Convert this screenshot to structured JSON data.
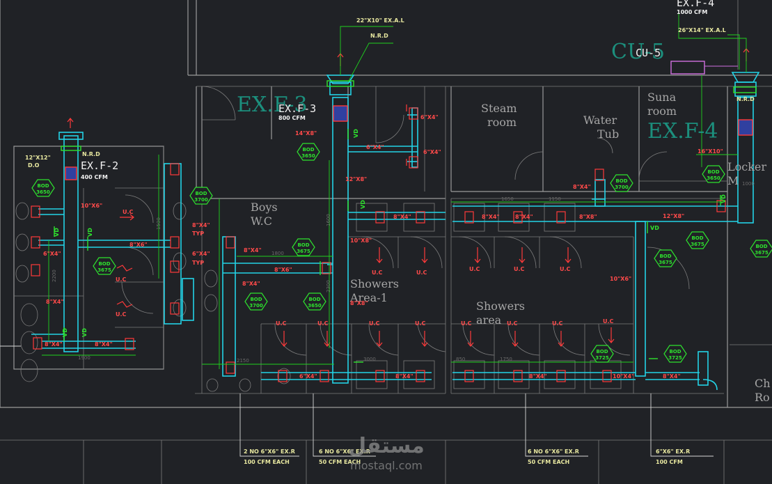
{
  "fans": [
    {
      "id": "ex-f-2",
      "label": "EX.F-2",
      "cfm": "400 CFM",
      "nrd": "N.R.D"
    },
    {
      "id": "ex-f-3",
      "label": "EX.F-3",
      "cfm": "800 CFM",
      "nrd": "N.R.D",
      "teal": "EX.F-3"
    },
    {
      "id": "ex-f-4",
      "label": "EX.F-4",
      "cfm": "1000 CFM",
      "nrd": "N.R.D",
      "teal": "EX.F-4"
    }
  ],
  "cu": {
    "label": "CU-5",
    "teal": "CU-5"
  },
  "rooms": {
    "steam": [
      "Steam",
      "room"
    ],
    "water": [
      "Water",
      "Tub"
    ],
    "suna": [
      "Suna",
      "room"
    ],
    "boys": [
      "Boys",
      "W.C"
    ],
    "showers1": [
      "Showers",
      "Area-1"
    ],
    "showers2": [
      "Showers",
      "area"
    ],
    "locker": [
      "Locker",
      "M"
    ],
    "ch": [
      "Ch",
      "Ro"
    ]
  },
  "louvers": {
    "f3": "22\"X10\" EX.A.L",
    "f4": "26\"X14\" EX.A.L",
    "nrd_top": "N.R.D"
  },
  "top_cfm": "1000 CFM",
  "duct_sizes": {
    "d12x12": "12\"X12\"",
    "do": "D.O",
    "d10x6a": "10\"X6\"",
    "d6x4a": "6\"X4\"",
    "d8x6a": "8\"X6\"",
    "d8x4a": "8\"X4\"",
    "d8x4b": "8\"X4\"",
    "d8x4c": "8\"X4\"",
    "d8x4typ": "8\"X4\"",
    "typ1": "TYP",
    "d6x4typ": "6\"X4\"",
    "typ2": "TYP",
    "d8x4d": "8\"X4\"",
    "d8x6b": "8\"X6\"",
    "d8x4e": "8\"X4\"",
    "d14x8": "14\"X8\"",
    "d6x4b": "6\"X4\"",
    "d6x4c": "6\"X4\"",
    "d6x4d": "6\"X4\"",
    "d12x8": "12\"X8\"",
    "d10x8": "10\"X8\"",
    "d8x8a": "8\"X8\"",
    "d8x4f": "8\"X4\"",
    "d8x4g": "8\"X4\"",
    "d8x4h": "8\"X4\"",
    "d8x8b": "8\"X8\"",
    "d12x8b": "12\"X8\"",
    "d16x10": "16\"X10\"",
    "d10x6b": "10\"X6\"",
    "d6x4e": "6\"X4\"",
    "d8x4i": "8\"X4\"",
    "d8x4j": "8\"X4\"",
    "d10x4": "10\"X4\"",
    "d8x4k": "8\"X4\"",
    "d8x4l": "8\"X4\""
  },
  "hexes": [
    {
      "text": [
        "BOD",
        "3650"
      ]
    },
    {
      "text": [
        "BOD",
        "3700"
      ]
    },
    {
      "text": [
        "BOD",
        "3675"
      ]
    },
    {
      "text": [
        "BOD",
        "3675"
      ]
    },
    {
      "text": [
        "BOD",
        "3700"
      ]
    },
    {
      "text": [
        "BOD",
        "3650"
      ]
    },
    {
      "text": [
        "BOD",
        "3650"
      ]
    },
    {
      "text": [
        "BOD",
        "3700"
      ]
    },
    {
      "text": [
        "BOD",
        "3650"
      ]
    },
    {
      "text": [
        "BOD",
        "3675"
      ]
    },
    {
      "text": [
        "BOD",
        "3675"
      ]
    },
    {
      "text": [
        "BOD",
        "3725"
      ]
    },
    {
      "text": [
        "BOD",
        "3725"
      ]
    },
    {
      "text": [
        "BOD",
        "3675"
      ]
    }
  ],
  "uc": "U.C",
  "vd": "VD",
  "callouts": [
    {
      "l1": "2 NO 6\"X6\" EX.R",
      "l2": "100 CFM EACH"
    },
    {
      "l1": "6 NO 6\"X6\" EX.R",
      "l2": "50 CFM EACH"
    },
    {
      "l1": "6 NO 6\"X6\" EX.R",
      "l2": "50 CFM EACH"
    },
    {
      "l1": "6\"X6\" EX.R",
      "l2": "100 CFM"
    }
  ],
  "dims": [
    "1900",
    "2150",
    "1800",
    "2300",
    "1500",
    "1600",
    "2200",
    "1750",
    "1650",
    "3000",
    "850",
    "1150",
    "1000"
  ],
  "watermark": {
    "arabic": "مستقل",
    "latin": "mostaql.com"
  }
}
